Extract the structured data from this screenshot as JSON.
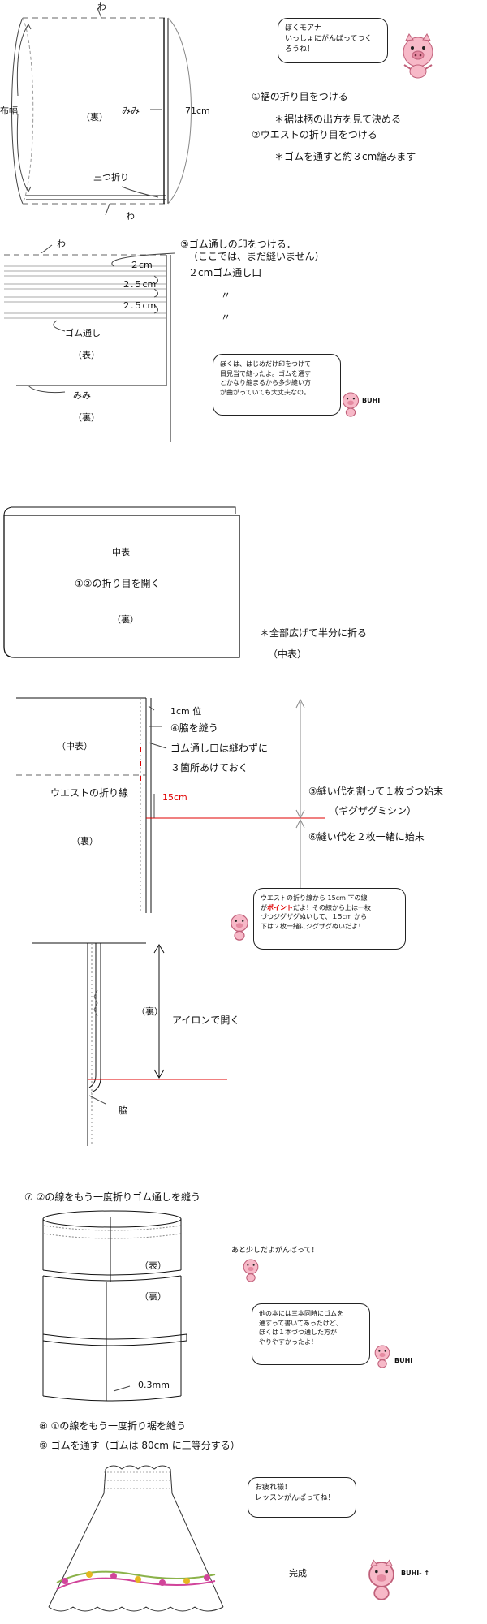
{
  "colors": {
    "pig_body": "#f7b9c8",
    "pig_dark": "#e58aa1",
    "red_line": "#e00000",
    "flower": "#d1449a",
    "leaf": "#8bb24a"
  },
  "step1": {
    "wa_top": "わ",
    "wa_bottom": "わ",
    "nuno_haba": "布幅",
    "ura": "（裏）",
    "mimi": "みみ",
    "length": "71cm",
    "mitsuori": "三つ折り",
    "bubble": [
      "ぼくモアナ",
      "いっしょにがんばってつく",
      "ろうね！"
    ],
    "notes": [
      "①裾の折り目をつける",
      "＊裾は柄の出方を見て決める",
      "②ウエストの折り目をつける",
      "＊ゴムを通すと約３cm縮みます"
    ]
  },
  "step3": {
    "wa": "わ",
    "title": "③ゴム通しの印をつける．",
    "subtitle": "（ここでは、まだ縫いません）",
    "measures": [
      "２cm",
      "２.５cm",
      "２.５cm"
    ],
    "gomu_guchi": "２cmゴム通し口",
    "ditto": [
      "〃",
      "〃"
    ],
    "gomu_toshi": "ゴム通し",
    "omote": "（表）",
    "mimi": "みみ",
    "ura": "（裏）",
    "bubble": [
      "ぼくは、はじめだけ印をつけて",
      "目見当で縫ったよ。ゴムを通す",
      "とかなり縮まるから多少縫い方",
      "が曲がっていても大丈夫なの。"
    ],
    "buhi": "BUHI"
  },
  "open_step": {
    "naka_omote": "中表",
    "open_label": "①②の折り目を開く",
    "ura": "（裏）",
    "note": "＊全部広げて半分に折る",
    "note_sub": "（中表）"
  },
  "step4": {
    "one_cm": "1cm 位",
    "sew": "④脇を縫う",
    "gomu_label1": "ゴム通し口は縫わずに",
    "gomu_label2": "３箇所あけておく",
    "naka_omote": "（中表）",
    "waist_line": "ウエストの折り線",
    "fifteen": "15cm",
    "ura": "（裏）",
    "step5": "⑤縫い代を割って１枚づつ始末",
    "step5_sub": "（ギグザグミシン）",
    "step6": "⑥縫い代を２枚一緒に始末",
    "bubble_pre": "ウエストの折り線から 15cm 下の線",
    "bubble_mid_a": "が",
    "bubble_point": "ポイント",
    "bubble_mid_b": "だよ！その線から上は一枚",
    "bubble_rest": [
      "づつジグザグぬいして、１5cm から",
      "下は２枚一緒にジグザグぬいだよ！"
    ]
  },
  "iron_step": {
    "ura": "（裏）",
    "iron": "アイロンで開く",
    "waki": "脇"
  },
  "step7": {
    "title": "⑦ ②の線をもう一度折りゴム通しを縫う",
    "omote": "（表）",
    "ura": "（裏）",
    "mm": "0.3mm",
    "cheer": "あと少しだよがんばって！",
    "bubble": [
      "他の本には三本同時にゴムを",
      "通すって書いてあったけど、",
      "ぼくは１本づつ通した方が",
      "やりやすかったよ！"
    ],
    "buhi": "BUHI"
  },
  "step8": {
    "line1": "⑧ ①の線をもう一度折り裾を縫う",
    "line2": "⑨ ゴムを通す（ゴムは 80cm に三等分する）",
    "bubble": [
      "お疲れ様！",
      "レッスンがんばってね！"
    ],
    "done": "完成",
    "buhi": "BUHI- ↑"
  }
}
